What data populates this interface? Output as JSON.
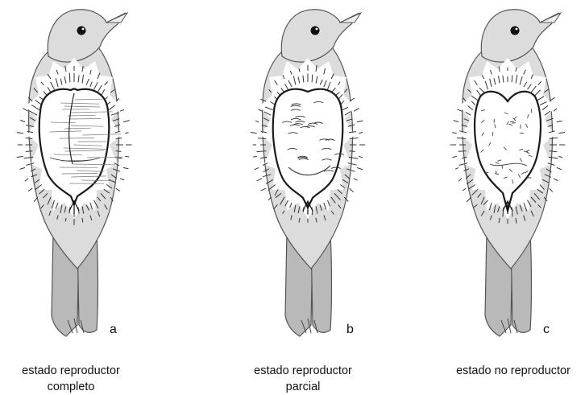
{
  "panels": [
    {
      "letter": "a",
      "caption_lines": [
        "estado reproductor",
        "completo"
      ],
      "patch_state": "full"
    },
    {
      "letter": "b",
      "caption_lines": [
        "estado reproductor",
        "parcial"
      ],
      "patch_state": "partial"
    },
    {
      "letter": "c",
      "caption_lines": [
        "estado no reproductor",
        ""
      ],
      "patch_state": "none"
    }
  ],
  "colors": {
    "plumage": "#dcdcdc",
    "tail": "#b9b9b9",
    "outline": "#555555",
    "patch_outline": "#1a1a1a",
    "eye": "#111111"
  }
}
